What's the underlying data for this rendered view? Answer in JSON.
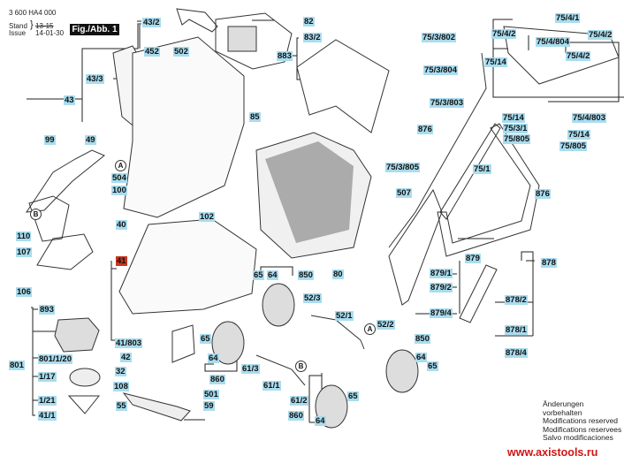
{
  "header": {
    "part_number": "3 600 HA4 000",
    "stand_label": "Stand",
    "issue_label": "Issue",
    "stand_value": "13-15",
    "issue_value": "14-01-30",
    "figure_label": "Fig./Abb. 1"
  },
  "highlight_color": "#a9dcee",
  "accent_color": "#c8361e",
  "labels": [
    {
      "id": "43-2",
      "text": "43/2"
    },
    {
      "id": "452",
      "text": "452"
    },
    {
      "id": "43-3",
      "text": "43/3"
    },
    {
      "id": "43",
      "text": "43"
    },
    {
      "id": "502",
      "text": "502"
    },
    {
      "id": "82",
      "text": "82"
    },
    {
      "id": "83-2",
      "text": "83/2"
    },
    {
      "id": "883",
      "text": "883"
    },
    {
      "id": "85",
      "text": "85"
    },
    {
      "id": "99",
      "text": "99"
    },
    {
      "id": "49",
      "text": "49"
    },
    {
      "id": "504",
      "text": "504"
    },
    {
      "id": "100",
      "text": "100"
    },
    {
      "id": "40",
      "text": "40"
    },
    {
      "id": "110",
      "text": "110"
    },
    {
      "id": "107",
      "text": "107"
    },
    {
      "id": "102",
      "text": "102"
    },
    {
      "id": "80",
      "text": "80"
    },
    {
      "id": "41",
      "text": "41"
    },
    {
      "id": "106",
      "text": "106"
    },
    {
      "id": "893",
      "text": "893"
    },
    {
      "id": "801",
      "text": "801"
    },
    {
      "id": "801-1-20",
      "text": "801/1/20"
    },
    {
      "id": "1-17",
      "text": "1/17"
    },
    {
      "id": "1-21",
      "text": "1/21"
    },
    {
      "id": "41-1",
      "text": "41/1"
    },
    {
      "id": "41-803",
      "text": "41/803"
    },
    {
      "id": "42",
      "text": "42"
    },
    {
      "id": "32",
      "text": "32"
    },
    {
      "id": "108",
      "text": "108"
    },
    {
      "id": "55",
      "text": "55"
    },
    {
      "id": "501",
      "text": "501"
    },
    {
      "id": "59",
      "text": "59"
    },
    {
      "id": "65a",
      "text": "65"
    },
    {
      "id": "64a",
      "text": "64"
    },
    {
      "id": "850a",
      "text": "850"
    },
    {
      "id": "52-3",
      "text": "52/3"
    },
    {
      "id": "52-1",
      "text": "52/1"
    },
    {
      "id": "52-2",
      "text": "52/2"
    },
    {
      "id": "65b",
      "text": "65"
    },
    {
      "id": "64b",
      "text": "64"
    },
    {
      "id": "860a",
      "text": "860"
    },
    {
      "id": "61-3",
      "text": "61/3"
    },
    {
      "id": "61-1",
      "text": "61/1"
    },
    {
      "id": "61-2",
      "text": "61/2"
    },
    {
      "id": "65c",
      "text": "65"
    },
    {
      "id": "860b",
      "text": "860"
    },
    {
      "id": "64c",
      "text": "64"
    },
    {
      "id": "850b",
      "text": "850"
    },
    {
      "id": "64d",
      "text": "64"
    },
    {
      "id": "65d",
      "text": "65"
    },
    {
      "id": "75-4-1",
      "text": "75/4/1"
    },
    {
      "id": "75-4-2a",
      "text": "75/4/2"
    },
    {
      "id": "75-4-2b",
      "text": "75/4/2"
    },
    {
      "id": "75-4-804",
      "text": "75/4/804"
    },
    {
      "id": "75-4-2c",
      "text": "75/4/2"
    },
    {
      "id": "75-3-802",
      "text": "75/3/802"
    },
    {
      "id": "75-3-804",
      "text": "75/3/804"
    },
    {
      "id": "75-14a",
      "text": "75/14"
    },
    {
      "id": "75-3-803",
      "text": "75/3/803"
    },
    {
      "id": "75-14b",
      "text": "75/14"
    },
    {
      "id": "75-3-1",
      "text": "75/3/1"
    },
    {
      "id": "75-805a",
      "text": "75/805"
    },
    {
      "id": "75-4-803",
      "text": "75/4/803"
    },
    {
      "id": "75-14c",
      "text": "75/14"
    },
    {
      "id": "75-805b",
      "text": "75/805"
    },
    {
      "id": "876a",
      "text": "876"
    },
    {
      "id": "75-3-805",
      "text": "75/3/805"
    },
    {
      "id": "75-1",
      "text": "75/1"
    },
    {
      "id": "507",
      "text": "507"
    },
    {
      "id": "876b",
      "text": "876"
    },
    {
      "id": "879",
      "text": "879"
    },
    {
      "id": "879-1",
      "text": "879/1"
    },
    {
      "id": "879-2",
      "text": "879/2"
    },
    {
      "id": "879-4",
      "text": "879/4"
    },
    {
      "id": "878",
      "text": "878"
    },
    {
      "id": "878-2",
      "text": "878/2"
    },
    {
      "id": "878-1",
      "text": "878/1"
    },
    {
      "id": "878-4",
      "text": "878/4"
    }
  ],
  "markers": [
    {
      "id": "A1",
      "text": "A"
    },
    {
      "id": "B1",
      "text": "B"
    },
    {
      "id": "A2",
      "text": "A"
    },
    {
      "id": "B2",
      "text": "B"
    }
  ],
  "notes": [
    "Änderungen vorbehalten",
    "Modifications reserved",
    "Modifications reservees",
    "Salvo modificaciones"
  ],
  "website": "www.axistools.ru"
}
